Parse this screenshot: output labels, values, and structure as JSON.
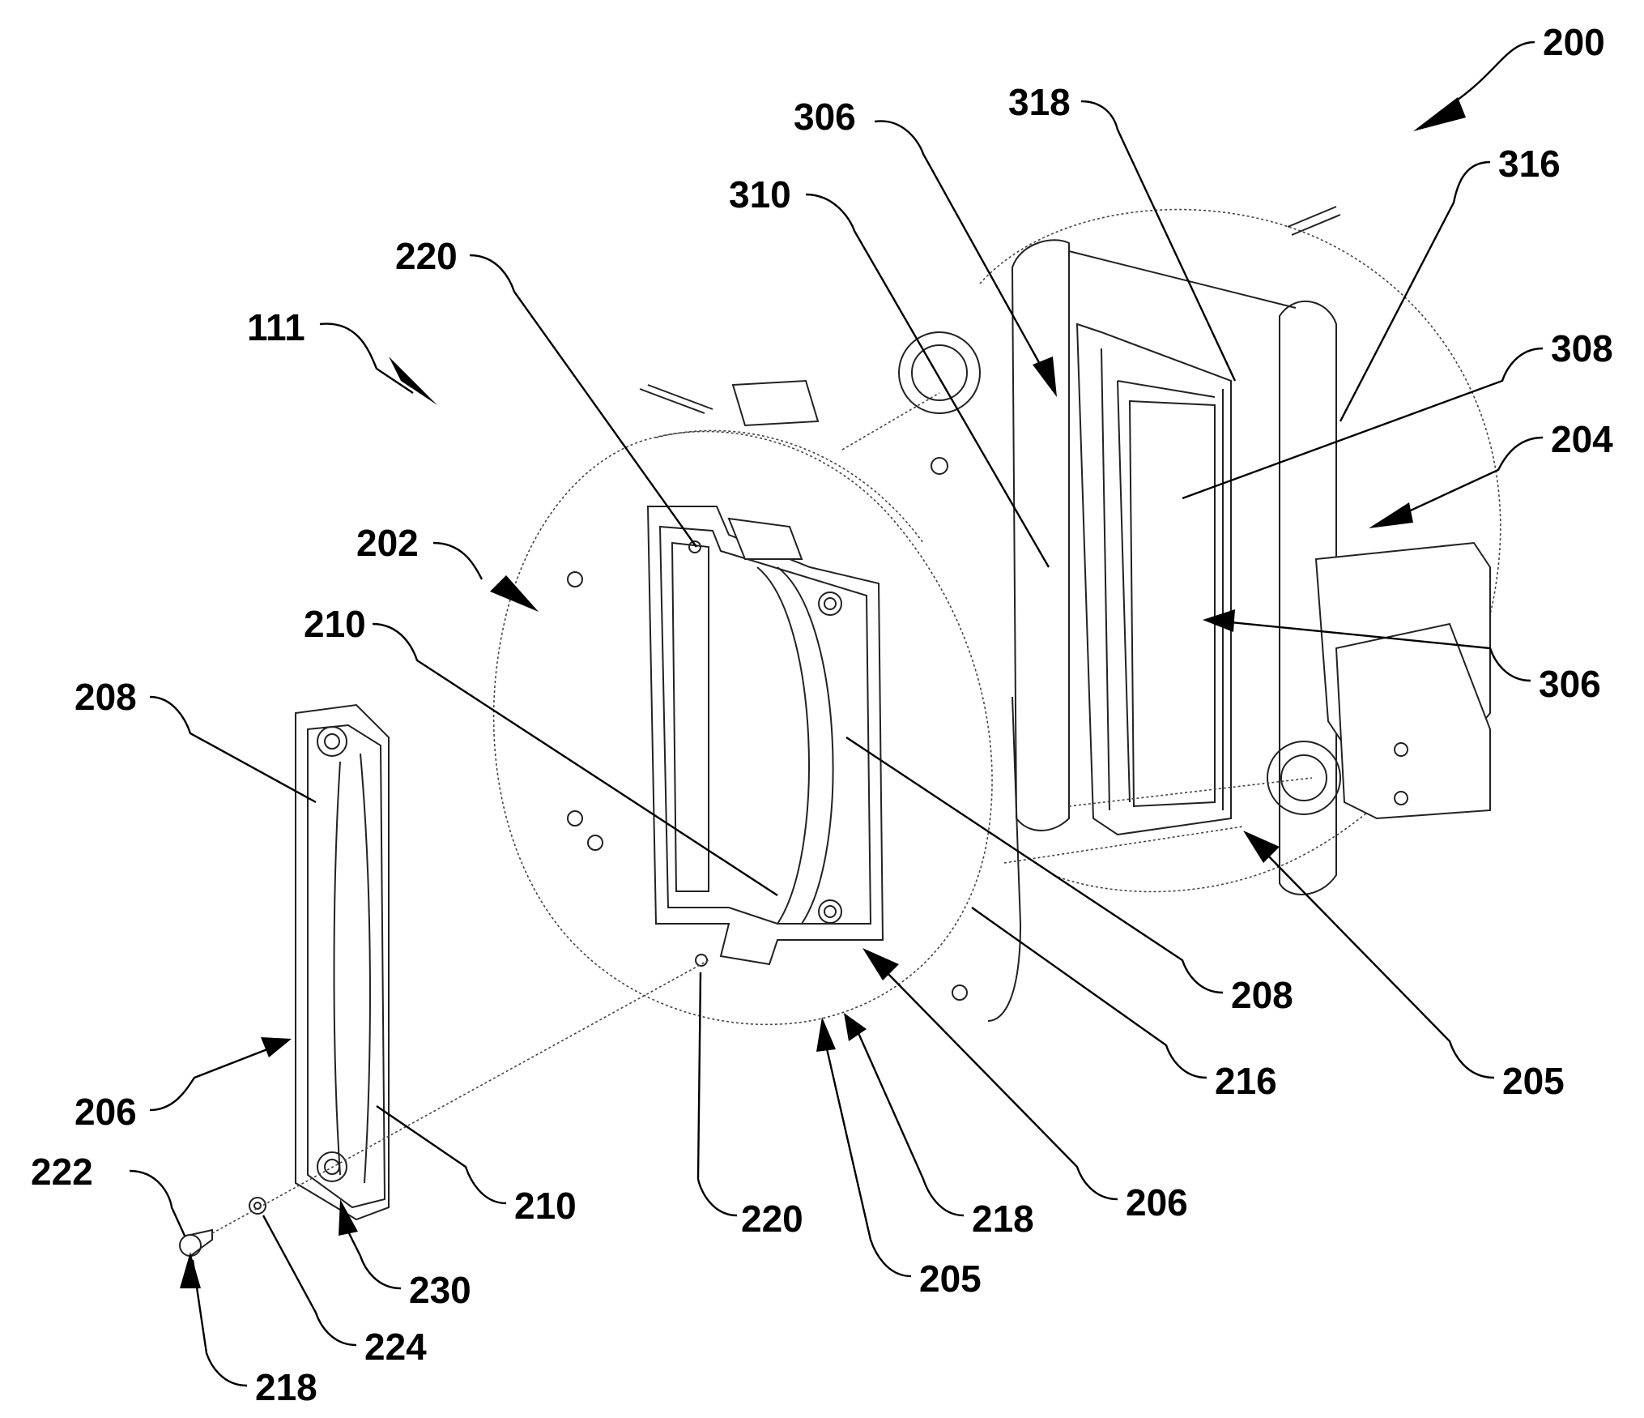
{
  "figure": {
    "reference_numerals": {
      "n200": "200",
      "n318": "318",
      "n306_top": "306",
      "n316": "316",
      "n310": "310",
      "n308": "308",
      "n220_top": "220",
      "n111": "111",
      "n204": "204",
      "n202": "202",
      "n210_top": "210",
      "n306_right": "306",
      "n208_left": "208",
      "n208_right": "208",
      "n216": "216",
      "n205_right": "205",
      "n206_left": "206",
      "n206_right": "206",
      "n222": "222",
      "n210_bottom": "210",
      "n220_bottom": "220",
      "n218_mid": "218",
      "n230": "230",
      "n205_bottom": "205",
      "n224": "224",
      "n218_bottom": "218"
    }
  }
}
